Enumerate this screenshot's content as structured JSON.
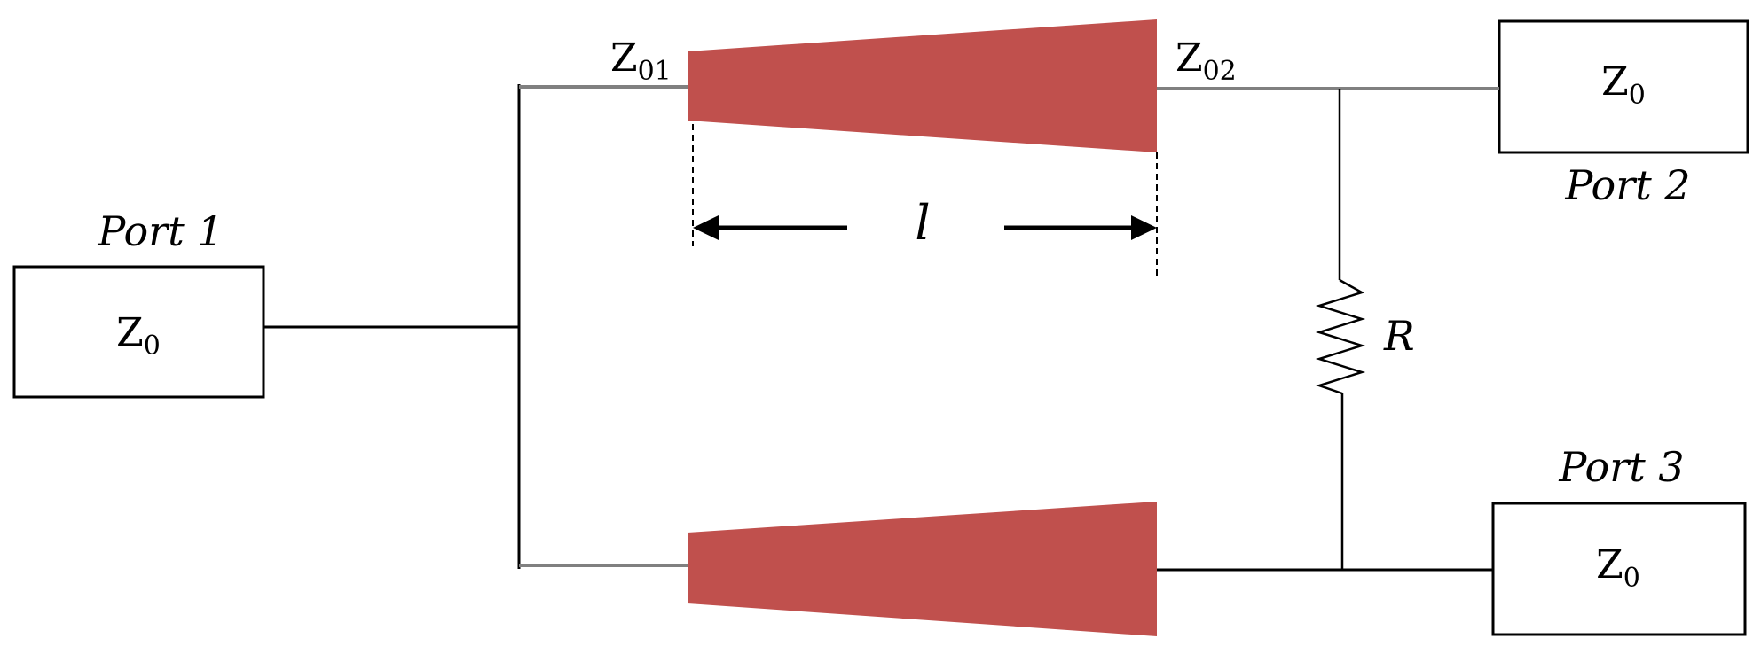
{
  "ports": [
    {
      "id": "port1",
      "label": "Port 1",
      "impedance": "Z",
      "impedance_sub": "0"
    },
    {
      "id": "port2",
      "label": "Port 2",
      "impedance": "Z",
      "impedance_sub": "0"
    },
    {
      "id": "port3",
      "label": "Port 3",
      "impedance": "Z",
      "impedance_sub": "0"
    }
  ],
  "taper": {
    "input_impedance": "Z",
    "input_impedance_sub": "01",
    "output_impedance": "Z",
    "output_impedance_sub": "02",
    "length_label": "l",
    "color": "#c0504d"
  },
  "resistor": {
    "label": "R"
  },
  "colors": {
    "line": "#000000",
    "feed_line": "#808080",
    "taper": "#c0504d"
  }
}
